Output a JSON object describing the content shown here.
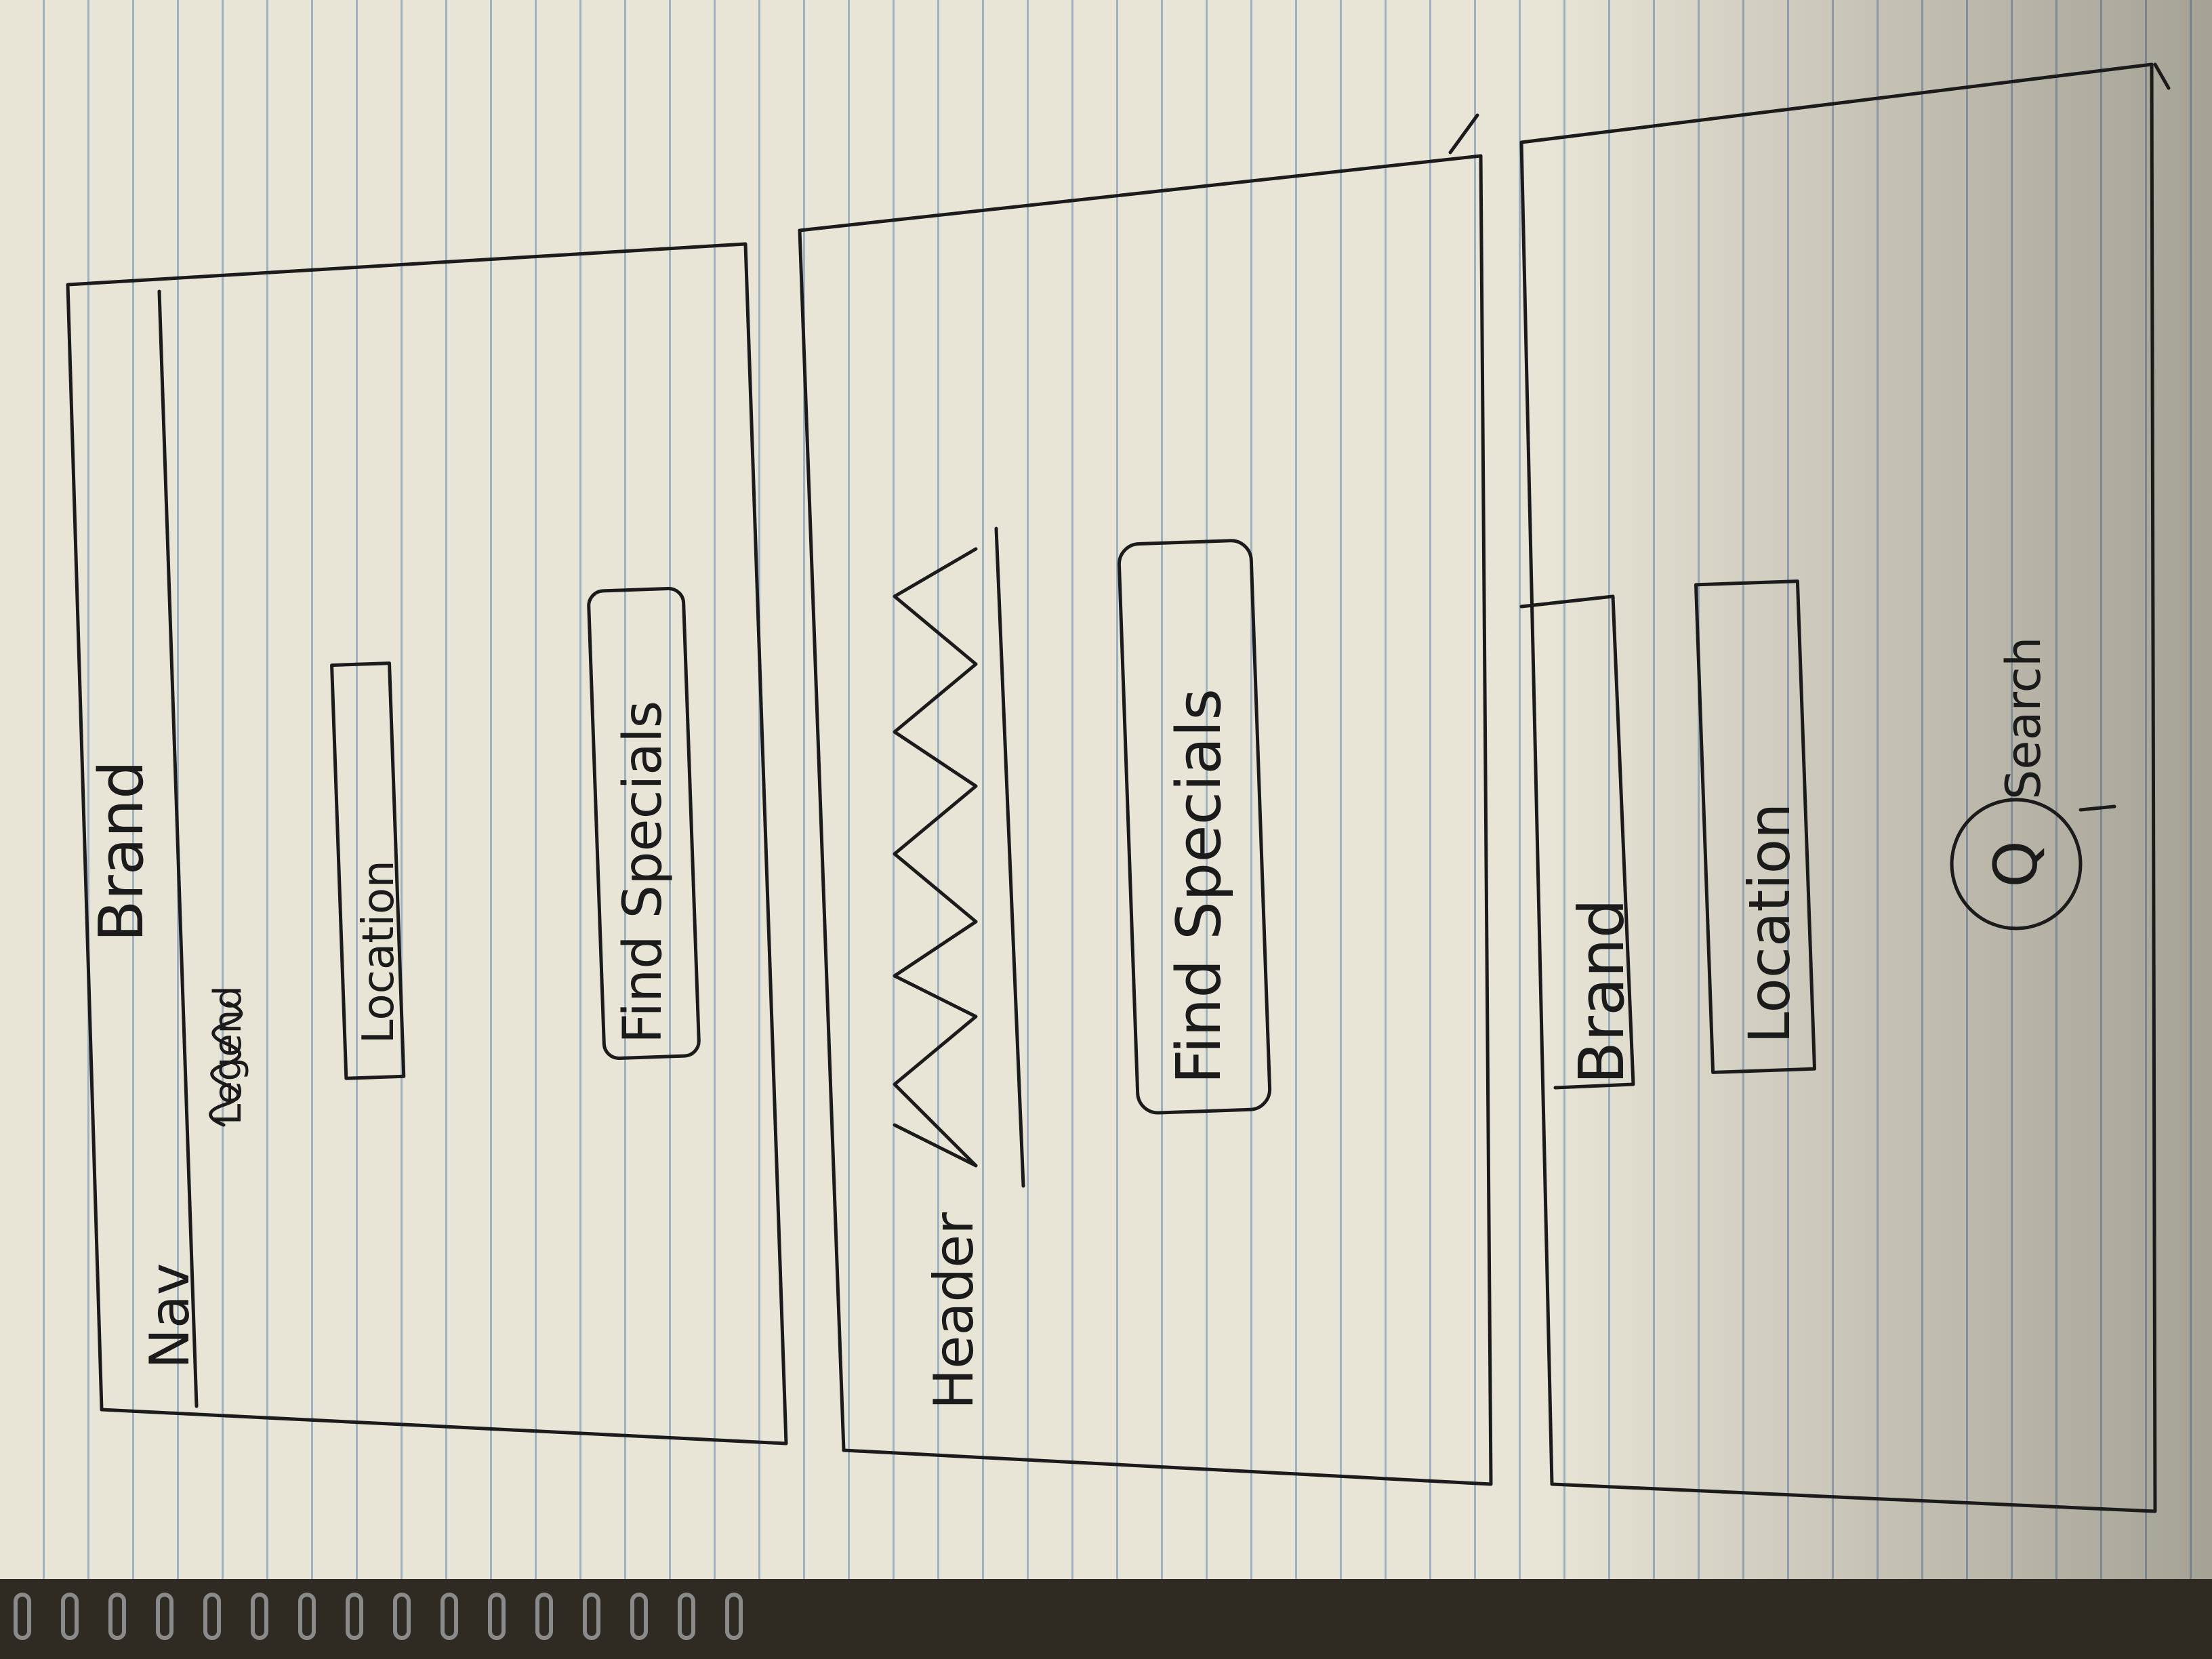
{
  "frame1": {
    "nav": "Nav",
    "brand": "Brand",
    "legend": "Legend",
    "location": "Location",
    "button": "Find Specials"
  },
  "frame2": {
    "header": "Header",
    "button": "Find Specials"
  },
  "frame3": {
    "brand": "Brand",
    "location": "Location",
    "search": "Search",
    "search_icon": "search-icon"
  }
}
